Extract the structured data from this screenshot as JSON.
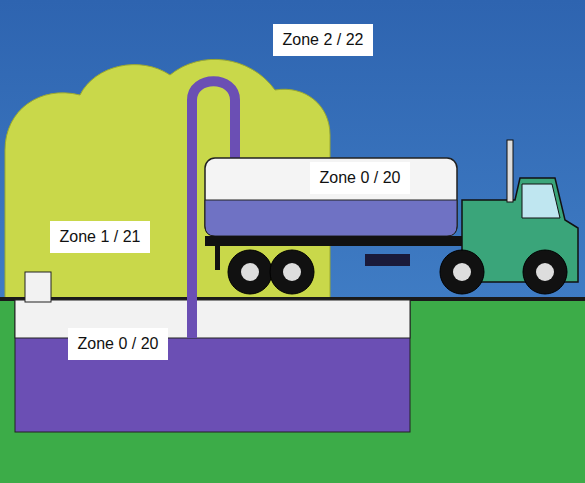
{
  "diagram": {
    "labels": [
      "Zone 2 / 22",
      "Zone 0 / 20",
      "Zone 1 / 21",
      "Zone 0 / 20"
    ]
  }
}
